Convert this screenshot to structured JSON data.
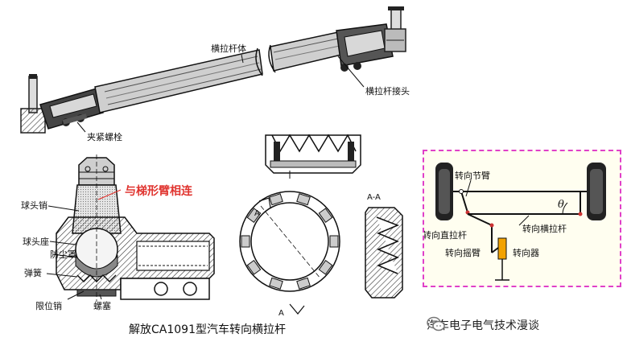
{
  "labels": {
    "tie_rod_body": "横拉杆体",
    "tie_rod_joint": "横拉杆接头",
    "clamp_bolt": "夹紧螺栓",
    "connect_trapezoid_arm": "与梯形臂相连",
    "ball_pin": "球头销",
    "ball_seat": "球头座",
    "dust_cover": "防尘罩",
    "spring": "弹簧",
    "limit_pin": "限位销",
    "plug_screw": "螺塞",
    "section_a": "A",
    "section_aa": "A-A",
    "caption": "解放CA1091型汽车转向横拉杆"
  },
  "inset": {
    "knuckle_arm": "转向节臂",
    "tie_rod": "转向横拉杆",
    "drag_link": "转向直拉杆",
    "pitman_arm": "转向摇臂",
    "steering_gear": "转向器",
    "angle": "θ",
    "border_color": "#e040c8"
  },
  "watermark": {
    "text": "汽车电子电气技术漫谈",
    "icon": "wechat-icon"
  },
  "colors": {
    "red_label": "#e0342f",
    "ink": "#222222"
  }
}
